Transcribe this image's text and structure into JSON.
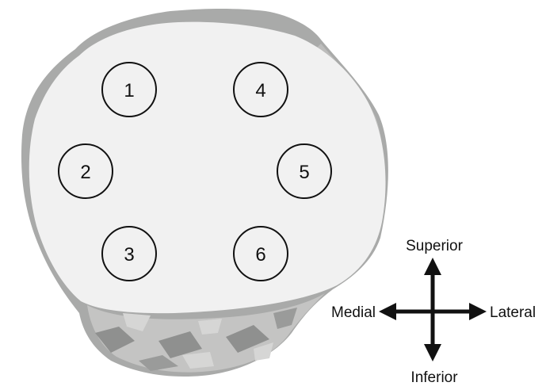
{
  "colors": {
    "bone_outer": "#a9aaa9",
    "bone_mid": "#c4c4c3",
    "bone_dark": "#8f908f",
    "bone_light_patch": "#d6d6d5",
    "cut_surface": "#f1f1f1",
    "outline": "#111111"
  },
  "sites": [
    {
      "label": "1"
    },
    {
      "label": "2"
    },
    {
      "label": "3"
    },
    {
      "label": "4"
    },
    {
      "label": "5"
    },
    {
      "label": "6"
    }
  ],
  "compass": {
    "superior": "Superior",
    "inferior": "Inferior",
    "medial": "Medial",
    "lateral": "Lateral"
  }
}
